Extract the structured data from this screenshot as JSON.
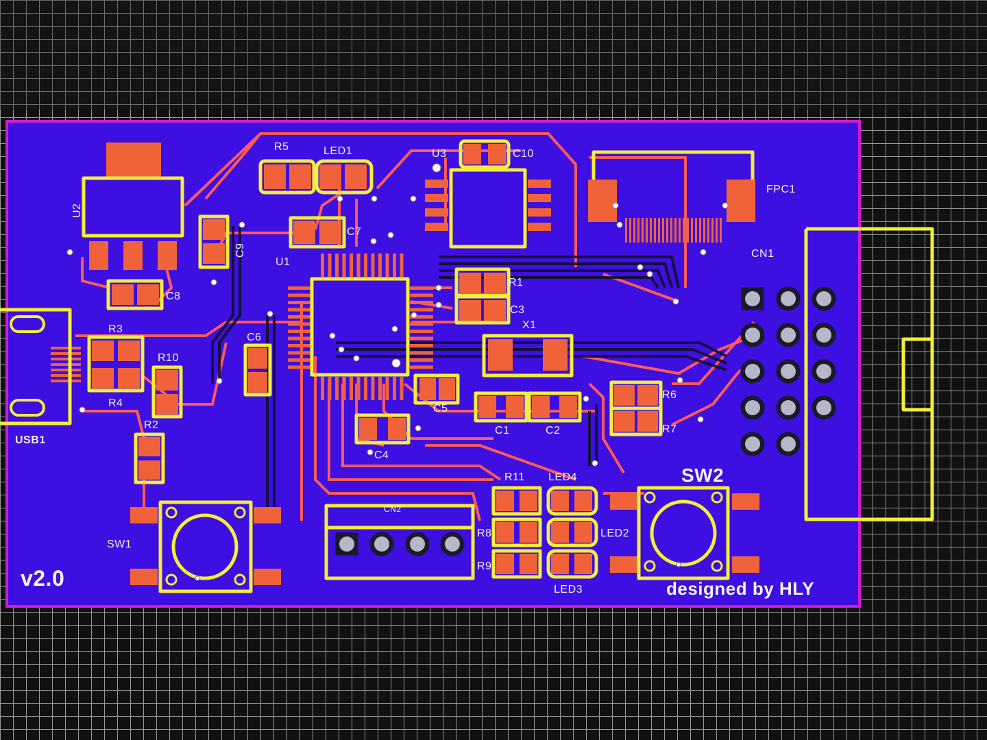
{
  "board": {
    "version_text": "v2.0",
    "signature_text": "designed by HLY",
    "colors": {
      "board": "#3d0fe0",
      "outline": "#d21ad2",
      "pad": "#f0633a",
      "silk": "#f3ee3a",
      "trace": "#ff5a5a",
      "grid": "#9a9a9a"
    }
  },
  "refs": {
    "u2": "U2",
    "u1": "U1",
    "u3": "U3",
    "r5": "R5",
    "led1": "LED1",
    "c10": "C10",
    "fpc1": "FPC1",
    "cn1": "CN1",
    "c7": "C7",
    "c8": "C8",
    "c6": "C6",
    "r1": "R1",
    "c3": "C3",
    "x1": "X1",
    "r3": "R3",
    "r4": "R4",
    "r10": "R10",
    "r2": "R2",
    "usb1": "USB1",
    "c5": "C5",
    "c4": "C4",
    "c1": "C1",
    "c2": "C2",
    "r6": "R6",
    "r7": "R7",
    "sw1": "SW1",
    "sw2": "SW2",
    "r11": "R11",
    "led4": "LED4",
    "r8": "R8",
    "led2": "LED2",
    "r9": "R9",
    "led3": "LED3",
    "cn2": "CN2",
    "c9": "C9"
  }
}
